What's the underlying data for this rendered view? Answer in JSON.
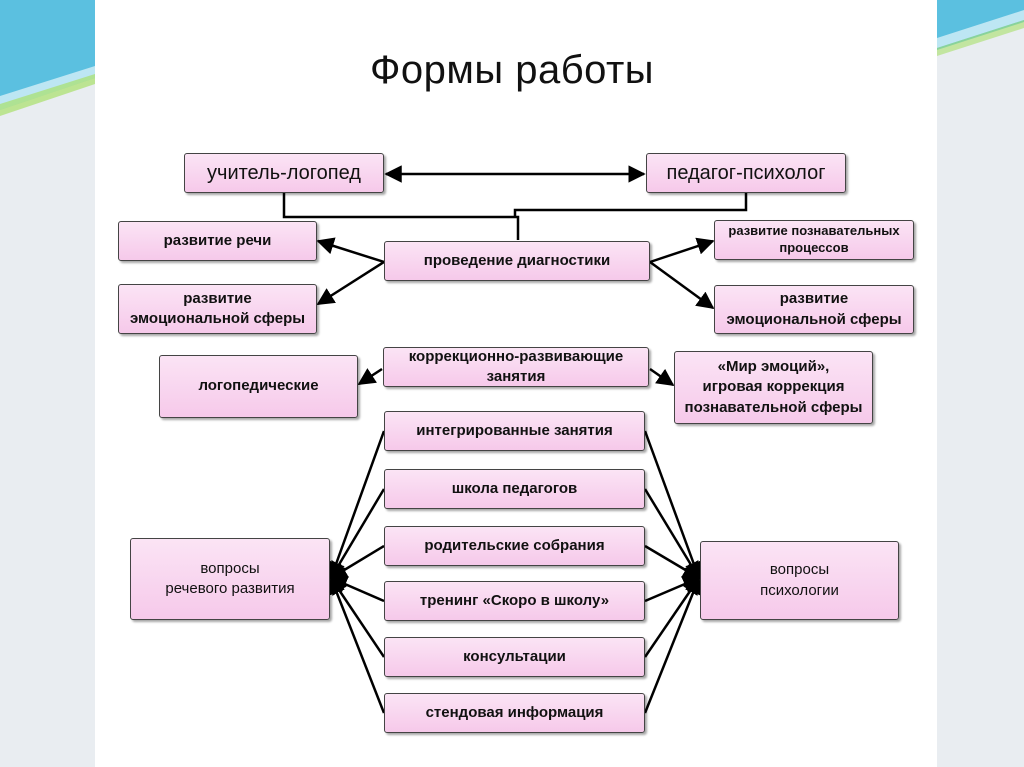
{
  "title": "Формы работы",
  "nodes": {
    "logoped": "учитель-логопед",
    "psycholog": "педагог-психолог",
    "razvitie_rechi": "развитие речи",
    "diagnostika": "проведение диагностики",
    "razvitie_poznav": "развитие познавательных\nпроцессов",
    "emoc_left": "развитие\nэмоциональной сферы",
    "emoc_right": "развитие\nэмоциональной сферы",
    "logopedicheskie": "логопедические",
    "korrekc": "коррекционно-развивающие\nзанятия",
    "mir_emociy": "«Мир эмоций»,\nигровая коррекция\nпознавательной сферы",
    "integrir": "интегрированные занятия",
    "shkola": "школа педагогов",
    "roditelskie": "родительские собрания",
    "trening": "тренинг «Скоро в школу»",
    "konsultacii": "консультации",
    "stendovaya": "стендовая информация",
    "voprosy_rechi": "вопросы\nречевого развития",
    "voprosy_psych": "вопросы\nпсихологии"
  },
  "colors": {
    "box_fill_top": "#fbe4f5",
    "box_fill_bottom": "#f6c9ea",
    "box_border": "#444444",
    "deco_cyan": "#49b6d8"
  }
}
